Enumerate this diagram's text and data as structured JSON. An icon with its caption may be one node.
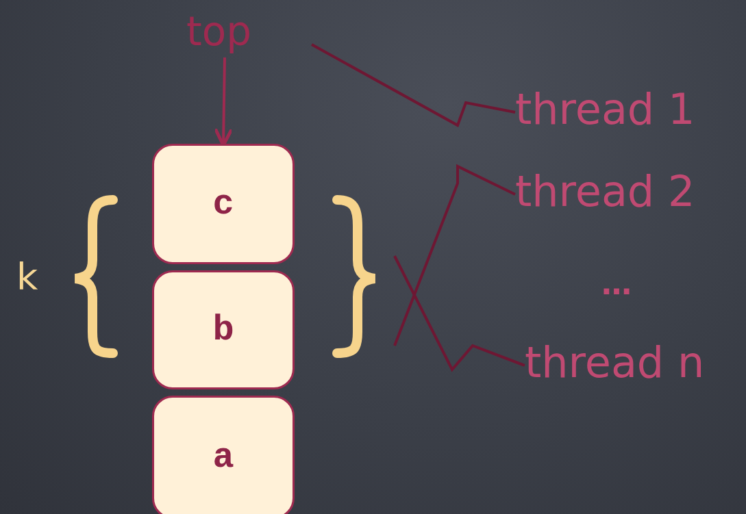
{
  "diagram": {
    "nodes": [
      {
        "text": [
          "top"
        ]
      },
      {
        "text": [
          "c"
        ]
      },
      {
        "text": [
          "b"
        ]
      },
      {
        "text": [
          "a"
        ]
      },
      {
        "text": [
          "thread 1"
        ]
      },
      {
        "text": [
          "thread 2"
        ]
      },
      {
        "text": [
          "thread n"
        ]
      }
    ],
    "edges": [
      {
        "from": 0,
        "to": 1,
        "arrow": "to"
      },
      {
        "from": 4,
        "to": null,
        "arrow": "none"
      },
      {
        "from": 5,
        "to": null,
        "arrow": "none"
      },
      {
        "from": 6,
        "to": null,
        "arrow": "none"
      }
    ],
    "labels": [
      "k",
      "…"
    ]
  }
}
